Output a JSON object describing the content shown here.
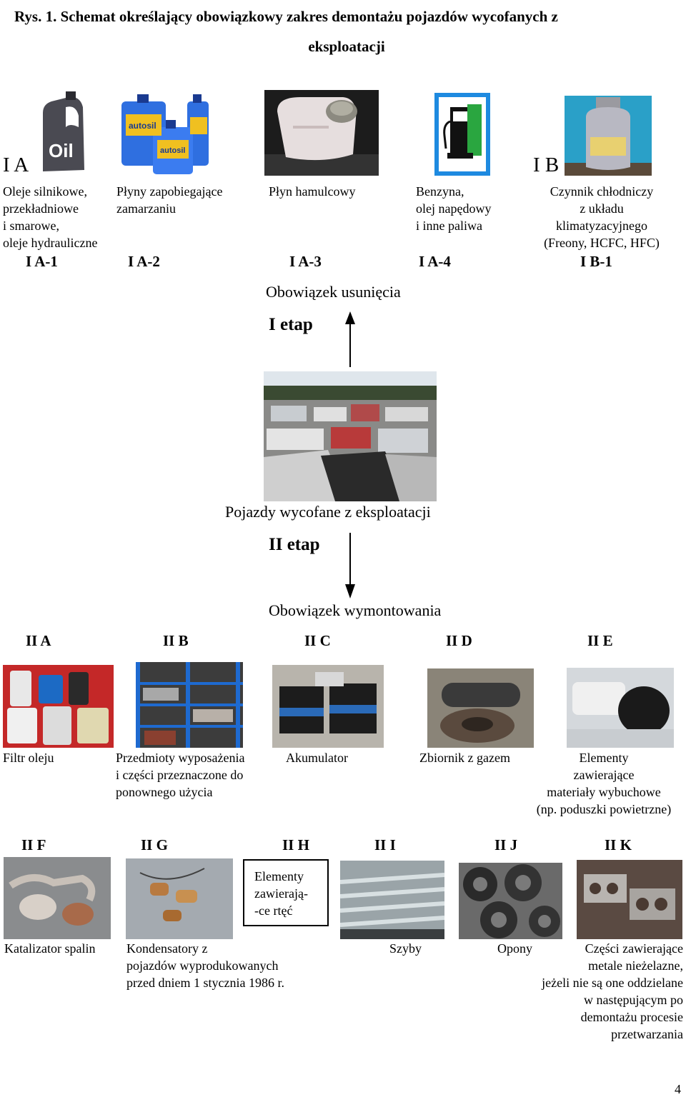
{
  "title": {
    "line1": "Rys. 1. Schemat określający obowiązkowy zakres demontażu pojazdów wycofanych z",
    "line2": "eksploatacji"
  },
  "group_ia": "I A",
  "group_ib": "I B",
  "stage1": {
    "items": [
      {
        "label": "Oleje silnikowe,\nprzekładniowe\ni smarowe,\noleje hydrauliczne",
        "code": "I A-1",
        "icon": "oil-canister-icon"
      },
      {
        "label": "Płyny zapobiegające\nzamarzaniu",
        "code": "I A-2",
        "icon": "antifreeze-bottles-icon"
      },
      {
        "label": "Płyn hamulcowy",
        "code": "I A-3",
        "icon": "brake-fluid-reservoir-icon"
      },
      {
        "label": "Benzyna,\nolej napędowy\ni inne paliwa",
        "code": "I A-4",
        "icon": "fuel-pump-icon"
      },
      {
        "label": "Czynnik chłodniczy\nz układu\nklimatyzacyjnego\n(Freony, HCFC, HFC)",
        "code": "I B-1",
        "icon": "refrigerant-cylinder-icon"
      }
    ],
    "duty": "Obowiązek usunięcia",
    "etap": "I etap"
  },
  "center": {
    "label": "Pojazdy wycofane z eksploatacji",
    "icon": "scrapyard-cars-photo"
  },
  "stage2": {
    "etap": "II etap",
    "duty": "Obowiązek wymontowania",
    "row1": [
      {
        "code": "II A",
        "label": "Filtr oleju",
        "icon": "oil-filters-photo"
      },
      {
        "code": "II B",
        "label": "Przedmioty wyposażenia\ni części przeznaczone do\nponownego użycia",
        "icon": "parts-shelves-photo"
      },
      {
        "code": "II C",
        "label": "Akumulator",
        "icon": "car-batteries-photo"
      },
      {
        "code": "II D",
        "label": "Zbiornik z gazem",
        "icon": "gas-tank-photo"
      },
      {
        "code": "II E",
        "label": "Elementy\nzawierające\nmateriały wybuchowe\n(np. poduszki powietrzne)",
        "icon": "airbag-photo"
      }
    ],
    "row2": [
      {
        "code": "II F",
        "label": "Katalizator spalin",
        "icon": "catalytic-converter-photo"
      },
      {
        "code": "II G",
        "label": "Kondensatory z\npojazdów wyprodukowanych\nprzed dniem 1 stycznia 1986 r.",
        "icon": "capacitors-photo"
      },
      {
        "code": "II H",
        "label": "Elementy\nzawierają-\n-ce rtęć",
        "icon": ""
      },
      {
        "code": "II I",
        "label": "Szyby",
        "icon": "glass-panes-photo"
      },
      {
        "code": "II J",
        "label": "Opony",
        "icon": "tyres-photo"
      },
      {
        "code": "II K",
        "label": "Części zawierające\nmetale nieżelazne,\njeżeli nie są one oddzielane\nw następującym po\ndemontażu procesie\nprzetwarzania",
        "icon": "engine-blocks-photo"
      }
    ]
  },
  "page_number": "4"
}
